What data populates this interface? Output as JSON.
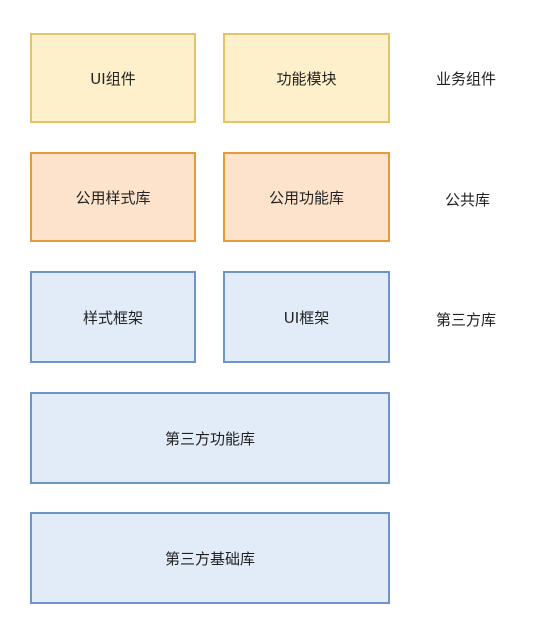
{
  "layers": [
    {
      "label": "业务组件",
      "boxes": [
        {
          "text": "UI组件"
        },
        {
          "text": "功能模块"
        }
      ]
    },
    {
      "label": "公共库",
      "boxes": [
        {
          "text": "公用样式库"
        },
        {
          "text": "公用功能库"
        }
      ]
    },
    {
      "label": "第三方库",
      "boxes": [
        {
          "text": "样式框架"
        },
        {
          "text": "UI框架"
        },
        {
          "text": "第三方功能库"
        },
        {
          "text": "第三方基础库"
        }
      ]
    }
  ],
  "colors": {
    "business_fill": "#fdf0cb",
    "business_border": "#e3c467",
    "public_fill": "#fde3cc",
    "public_border": "#e69a3a",
    "third_fill": "#e2ecf8",
    "third_border": "#6f95c7"
  }
}
